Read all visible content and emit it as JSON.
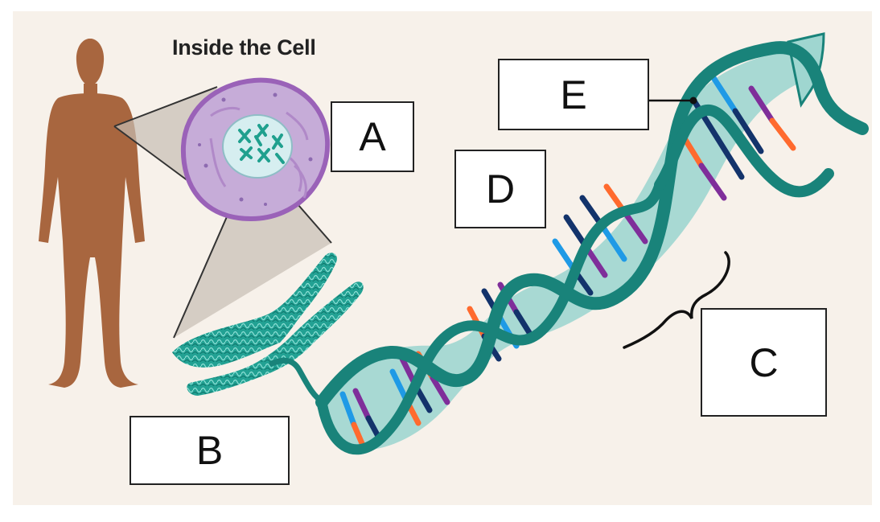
{
  "title": "Inside the Cell",
  "labels": {
    "a": "A",
    "b": "B",
    "c": "C",
    "d": "D",
    "e": "E"
  },
  "colors": {
    "background": "#f7f1ea",
    "body": "#a8663f",
    "cell_membrane": "#9a62b8",
    "cell_fill": "#c6acd8",
    "nucleus": "#d6eef0",
    "chromosome": "#22a193",
    "dna_backbone": "#19837a",
    "dna_inner": "#9fd6d0",
    "base_orange": "#ff6a2e",
    "base_purple": "#7f2e9a",
    "base_navy": "#13336b",
    "base_blue": "#1f9ae6"
  }
}
